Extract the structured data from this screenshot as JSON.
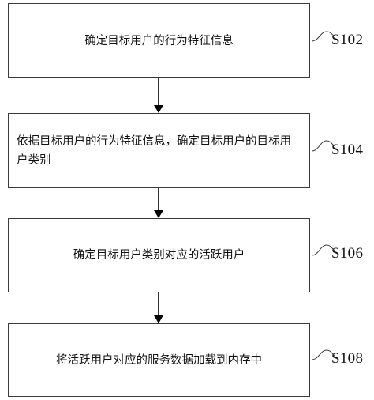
{
  "steps": [
    {
      "text": "确定目标用户的行为特征信息",
      "label": "S102"
    },
    {
      "text": "依据目标用户的行为特征信息，确定目标用户的目标用户类别",
      "label": "S104"
    },
    {
      "text": "确定目标用户类别对应的活跃用户",
      "label": "S106"
    },
    {
      "text": "将活跃用户对应的服务数据加载到内存中",
      "label": "S108"
    }
  ],
  "colors": {
    "stroke": "#3a3a3a",
    "arrow": "#000000",
    "background": "#ffffff"
  }
}
